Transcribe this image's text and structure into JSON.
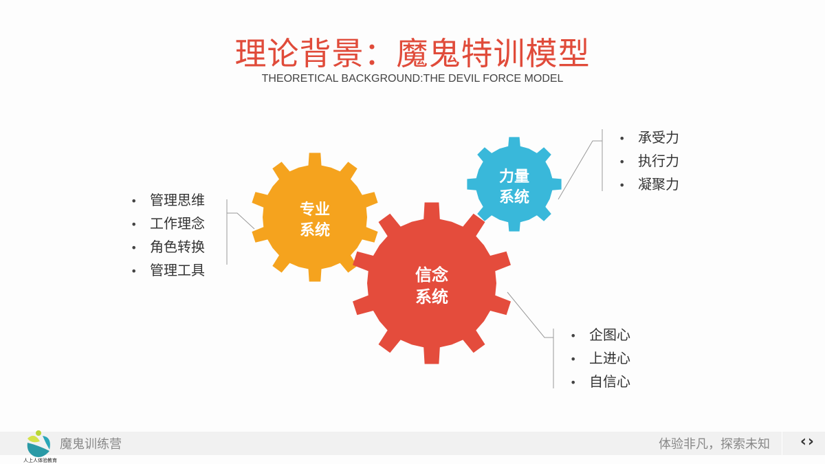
{
  "title": "理论背景：魔鬼特训模型",
  "subtitle": "THEORETICAL BACKGROUND:THE DEVIL FORCE MODEL",
  "gears": [
    {
      "id": "professional",
      "label1": "专业",
      "label2": "系统",
      "color": "#f5a31e",
      "teeth": 10
    },
    {
      "id": "belief",
      "label1": "信念",
      "label2": "系统",
      "color": "#e44c3c",
      "teeth": 10
    },
    {
      "id": "power",
      "label1": "力量",
      "label2": "系统",
      "color": "#39b8da",
      "teeth": 8
    }
  ],
  "lists": {
    "professional": [
      "管理思维",
      "工作理念",
      "角色转换",
      "管理工具"
    ],
    "power": [
      "承受力",
      "执行力",
      "凝聚力"
    ],
    "belief": [
      "企图心",
      "上进心",
      "自信心"
    ]
  },
  "footer": {
    "logo_caption": "人上人体验教育",
    "brand": "魔鬼训练营",
    "slogan": "体验非凡，探索未知",
    "prev": "‹",
    "next": "›"
  }
}
